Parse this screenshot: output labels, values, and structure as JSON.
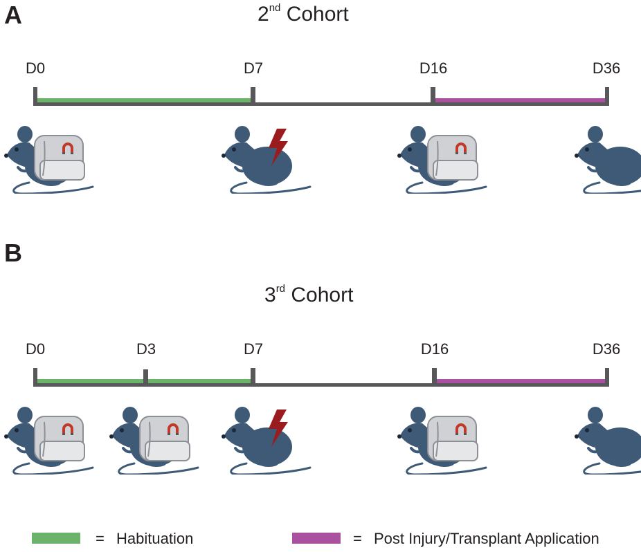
{
  "colors": {
    "habituation": "#6bb36b",
    "post_injury": "#a9509e",
    "axis": "#58585a",
    "mouse": "#3f5a76",
    "backpack": "#cfd1d4",
    "backpack_outline": "#8c8f94",
    "lightning": "#9b1c1f"
  },
  "panel_a": {
    "letter": "A",
    "title_prefix": "2",
    "title_sup": "nd",
    "title_suffix": " Cohort",
    "days": [
      "D0",
      "D7",
      "D16",
      "D36"
    ],
    "icons": [
      "mouse-backpack",
      "mouse-lightning",
      "mouse-backpack",
      "mouse"
    ]
  },
  "panel_b": {
    "letter": "B",
    "title_prefix": "3",
    "title_sup": "rd",
    "title_suffix": " Cohort",
    "days": [
      "D0",
      "D3",
      "D7",
      "D16",
      "D36"
    ],
    "icons": [
      "mouse-backpack",
      "mouse-backpack",
      "mouse-lightning",
      "mouse-backpack",
      "mouse"
    ]
  },
  "legend": {
    "eq": "=",
    "habituation": "Habituation",
    "post_injury": "Post Injury/Transplant Application"
  }
}
